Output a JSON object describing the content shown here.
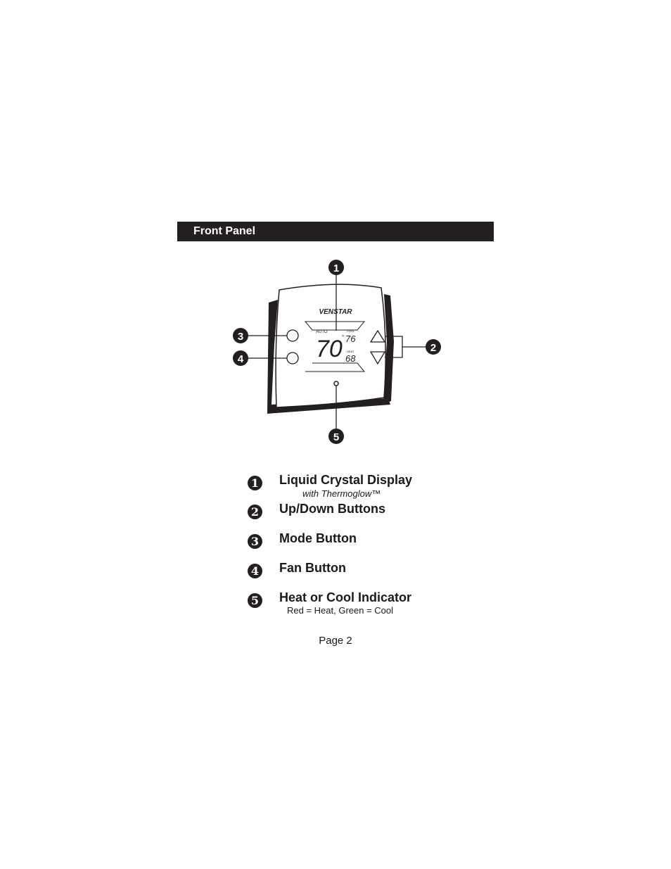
{
  "header": {
    "title": "Front Panel"
  },
  "device": {
    "brand": "VENSTAR",
    "mode_label": "AUTO",
    "current_temp": "70",
    "cool_label": "COOL",
    "cool_setpoint": "76",
    "heat_label": "HEAT",
    "heat_setpoint": "68"
  },
  "callouts": [
    "1",
    "2",
    "3",
    "4",
    "5"
  ],
  "legend": [
    {
      "num": "1",
      "title": "Liquid Crystal Display",
      "subtitle": "with Thermoglow™"
    },
    {
      "num": "2",
      "title": "Up/Down Buttons",
      "subtitle": ""
    },
    {
      "num": "3",
      "title": "Mode Button",
      "subtitle": ""
    },
    {
      "num": "4",
      "title": "Fan Button",
      "subtitle": ""
    },
    {
      "num": "5",
      "title": "Heat or Cool Indicator",
      "subtitle": "Red = Heat,  Green = Cool"
    }
  ],
  "footer": {
    "page": "Page 2"
  }
}
